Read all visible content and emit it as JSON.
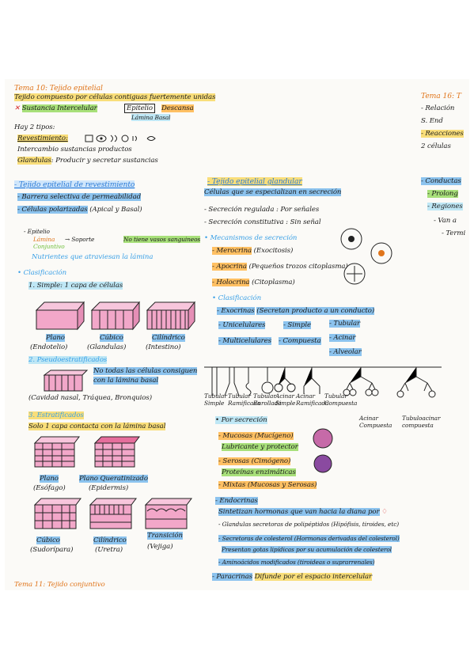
{
  "left": {
    "title": "Tema 10: Tejido epitelial",
    "def": "Tejido compuesto por células contiguas fuertemente unidas",
    "sust": "Sustancia Intercelular",
    "epitelio": "Epitelio",
    "descansa": "Descansa",
    "lamina": "Lámina Basal",
    "hay2": "Hay 2 tipos:",
    "revest": "Revestimiento:",
    "intercambio": "Intercambio sustancias productos",
    "glandulas": "Glandulas",
    "glandulas_desc": ": Producir y secretar sustancias",
    "sec1": "- Tejido epitelial de revestimiento",
    "barrera": "- Barrera selectiva de permeabilidad",
    "polarizadas": "- Células polarizadas",
    "polar_desc": "(Apical y Basal)",
    "epitelio_lbl": "- Epitelio",
    "lamina_lbl": "Lámina",
    "conjuntivo": "Conjuntivo",
    "soporte": "Soporte",
    "no_vasos": "No tiene vasos sanguineos",
    "nutrientes": "Nutrientes que atraviesan la lámina",
    "clasif": "• Clasificación",
    "simple": "1. Simple: 1 capa de células",
    "plano": "Plano",
    "endotelio": "(Endotelio)",
    "cubico": "Cúbico",
    "glandulas2": "(Glandulas)",
    "cilindrico": "Cilíndrico",
    "intestino": "(Intestino)",
    "pseudo": "2. Pseudoestratificados",
    "no_todas1": "No todas las células consiguen",
    "no_todas2": "con la lámina basal",
    "cavidad": "(Cavidad nasal, Tráquea, Bronquios)",
    "estrat": "3. Estratificados",
    "solo1": "Solo 1 capa contacta con la lámina basal",
    "plano2": "Plano",
    "esofago": "(Esófago)",
    "plano_q": "Plano Queratinizado",
    "epidermis": "(Epidermis)",
    "cubico2": "Cúbico",
    "sudoripara": "(Sudorípara)",
    "cilindrico2": "Cilíndrico",
    "uretra": "(Uretra)",
    "transicion": "Transición",
    "vejiga": "(Vejiga)",
    "bottom": "Tema 11: Tejido conjuntivo"
  },
  "right": {
    "sec2": "- Tejido epitelial glandular",
    "sec2_desc": "Células que se especializan en secreción",
    "reg": "- Secreción regulada : Por señales",
    "const": "- Secreción constitutiva : Sin señal",
    "mecan": "• Mecanismos de secreción",
    "mero": "- Merocrina",
    "mero_d": "(Exocitosis)",
    "apo": "- Apocrina",
    "apo_d": "(Pequeños trozos citoplasma)",
    "holo": "- Holocrina",
    "holo_d": "(Citoplasma)",
    "clasif2": "• Clasificación",
    "exo": "- Exocrinas",
    "exo_d": "(Secretan producto a un conducto)",
    "unicel": "- Unicelulares",
    "simple2": "- Simple",
    "tubular": "- Tubular",
    "multicel": "- Multicelulares",
    "compuesta": "- Compuesta",
    "acinar": "- Acinar",
    "alveolar": "- Alveolar",
    "gl1": "Tubular Simple",
    "gl2": "Tubular Ramificada",
    "gl3": "Tubular Enrollada",
    "gl4": "Acinar Simple",
    "gl5": "Acinar Ramificada",
    "gl6": "Tubular Compuesta",
    "gl7": "Acinar Compuesta",
    "gl8": "Tubuloacinar compuesta",
    "secrec": "• Por secreción",
    "mucosas": "- Mucosas (Mucígeno)",
    "lubric": "Lubricante y protector",
    "serosas": "- Serosas (Cimógeno)",
    "prot": "Proteínas enzimáticas",
    "mixtas": "- Mixtas (Mucosas y Serosas)",
    "endo": "- Endocrinas",
    "endo_d": "Sintetizan hormonas que van hacia la diana por",
    "gl_pep": "- Glandulas secretoras de polipéptidos (Hipófisis, tiroides, etc)",
    "sec_col": "- Secretoras de colesterol (Hormonas derivadas del colesterol)",
    "gotas": "Presentan gotas lipídicas por su acumulación de colesterol",
    "amino": "- Aminoácidos modificados (tiroideas o suprarrenales)",
    "para": "- Paracrinas",
    "para_d": "Difunde por el espacio intercelular"
  },
  "peek": {
    "title": "Tema 16: T",
    "l1": "- Relación",
    "l2": "S. End",
    "l3": "- Reacciones",
    "l4": "2 células",
    "l5": "- Conductas",
    "l6": "- Prolong",
    "l7": "- Regiones",
    "l8": "- Van a",
    "l9": "- Termi"
  },
  "colors": {
    "yellow": "#f9de7a",
    "blue": "#8cc3ee",
    "green": "#a8e07a",
    "orange": "#ffc063",
    "pink": "#f2a7c9",
    "sheet": "#fbfaf7"
  }
}
